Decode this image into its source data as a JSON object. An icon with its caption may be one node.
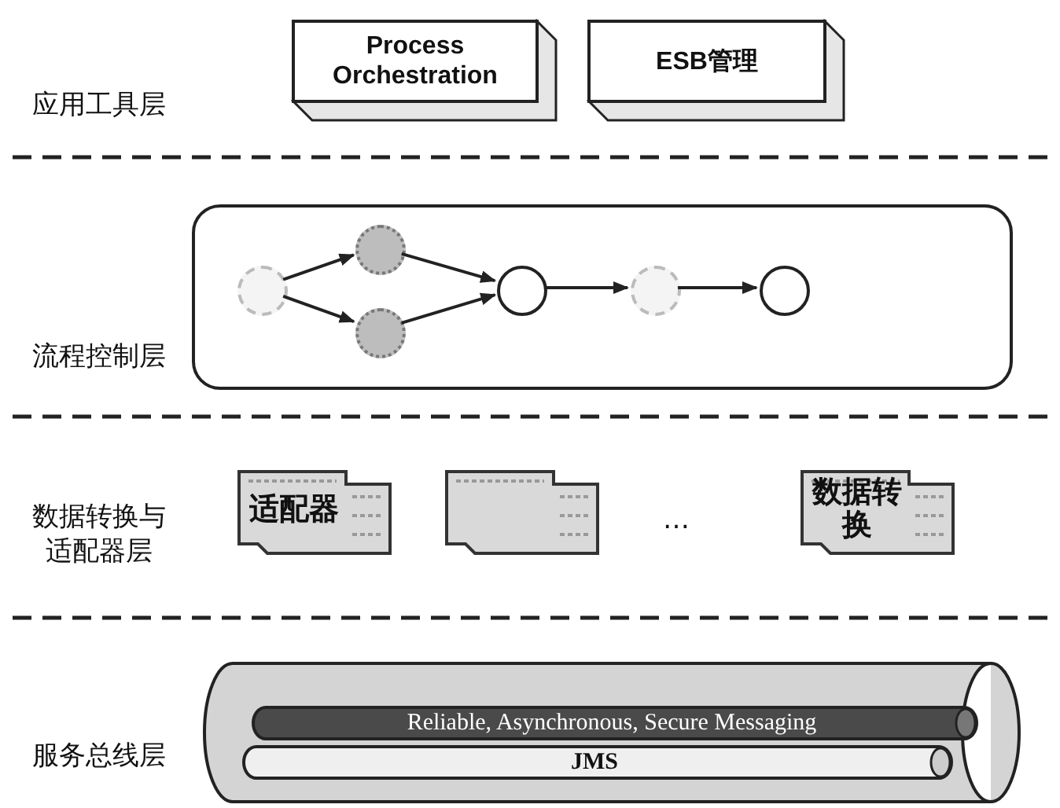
{
  "diagram": {
    "nodes": [
      {
        "text": [
          "Process Orchestration"
        ]
      },
      {
        "text": [
          "ESB管理"
        ]
      },
      {
        "text": [],
        "shape": "box"
      },
      {
        "text": [],
        "shape": "circle",
        "in": 2
      },
      {
        "text": [],
        "shape": "circle",
        "in": 2
      },
      {
        "text": [],
        "shape": "circle",
        "in": 2
      },
      {
        "text": [],
        "shape": "circle",
        "in": 2
      },
      {
        "text": [],
        "shape": "circle",
        "in": 2
      },
      {
        "text": [],
        "shape": "circle",
        "in": 2
      },
      {
        "text": [
          "适配器"
        ]
      },
      {
        "text": [],
        "shape": "box"
      },
      {
        "text": [
          "数据转换"
        ]
      },
      {
        "text": [],
        "shape": "cylinder"
      },
      {
        "text": [
          "Reliable, Asynchronous, Secure Messaging"
        ],
        "in": 12
      },
      {
        "text": [
          "JMS"
        ],
        "in": 12
      }
    ],
    "edges": [
      {
        "from": 3,
        "to": 4,
        "arrow": "to"
      },
      {
        "from": 3,
        "to": 5,
        "arrow": "to"
      },
      {
        "from": 4,
        "to": 6,
        "arrow": "to"
      },
      {
        "from": 5,
        "to": 6,
        "arrow": "to"
      },
      {
        "from": 6,
        "to": 7,
        "arrow": "to"
      },
      {
        "from": 7,
        "to": 8,
        "arrow": "to"
      }
    ],
    "labels": [
      "应用工具层",
      "流程控制层",
      "数据转换与适配器层",
      "…",
      "服务总线层"
    ]
  }
}
